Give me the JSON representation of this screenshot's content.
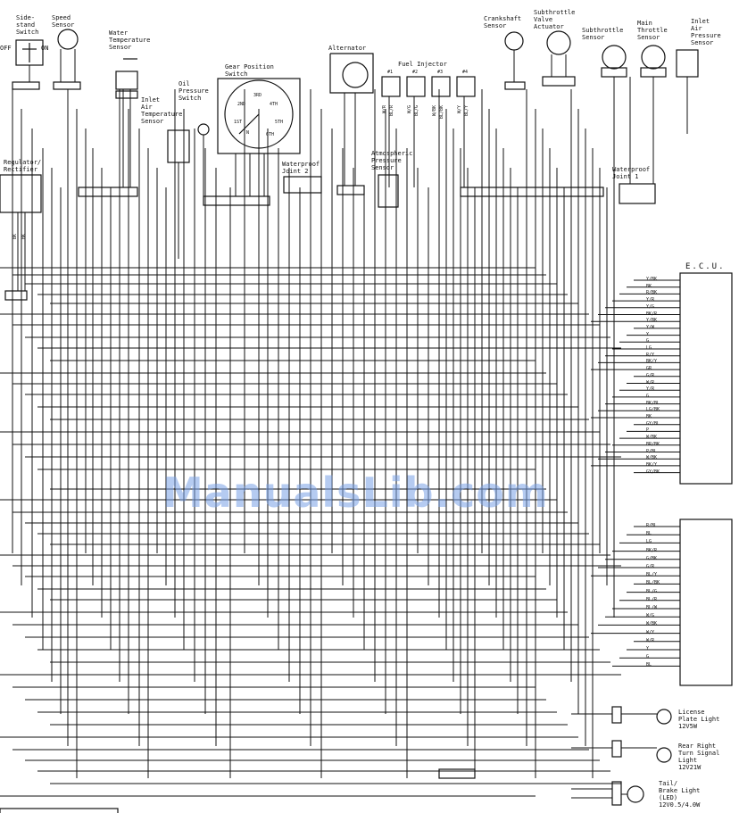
{
  "components": {
    "sidestand_switch": "Side-\nstand\nSwitch",
    "sidestand_off": "OFF",
    "sidestand_on": "ON",
    "speed_sensor": "Speed\nSensor",
    "water_temp_sensor": "Water\nTemperature\nSensor",
    "inlet_air_temp_sensor": "Inlet\nAir\nTemperature\nSensor",
    "oil_pressure_switch": "Oil\nPressure\nSwitch",
    "gear_position_switch": "Gear Position\nSwitch",
    "alternator": "Alternator",
    "fuel_injector": "Fuel Injector",
    "crankshaft_sensor": "Crankshaft\nSensor",
    "subthrottle_valve_actuator": "Subthrottle\nValve\nActuator",
    "subthrottle_sensor": "Subthrottle\nSensor",
    "main_throttle_sensor": "Main\nThrottle\nSensor",
    "inlet_air_pressure_sensor": "Inlet\nAir\nPressure\nSensor",
    "regulator_rectifier": "Regulator/\nRectifier",
    "waterproof_joint_2": "Waterproof\nJoint 2",
    "atmospheric_pressure_sensor": "Atmospheric\nPressure\nSensor",
    "waterproof_joint_1": "Waterproof\nJoint 1",
    "ecu": "E.C.U.",
    "license_plate_light": "License\nPlate Light\n12V5W",
    "rear_right_turn_signal": "Rear Right\nTurn Signal\nLight\n12V21W",
    "tail_brake_light": "Tail/\nBrake Light\n(LED)\n12V0.5/4.0W"
  },
  "gear_positions": [
    "3RD",
    "2ND",
    "4TH",
    "1ST",
    "5TH",
    "N",
    "6TH"
  ],
  "injector_numbers": [
    "#1",
    "#2",
    "#3",
    "#4"
  ],
  "ecu_pins_upper": [
    "Y/BK",
    "BK",
    "R/BK",
    "Y/R",
    "Y/G",
    "BK/R",
    "Y/BK",
    "Y/W",
    "Y",
    "G",
    "LG",
    "R/Y",
    "BK/Y",
    "GR",
    "G/R",
    "W/R",
    "Y/R",
    "G",
    "BK/BL",
    "LG/BK",
    "BK",
    "GY/BL",
    "P",
    "W/BK",
    "BR/BK",
    "P/BL",
    "W/BK",
    "BK/Y",
    "GY/BK"
  ],
  "ecu_pins_lower": [
    "R/BL",
    "BL",
    "LG",
    "BK/R",
    "G/BK",
    "G/R",
    "BL/Y",
    "BL/BK",
    "BL/G",
    "BL/R",
    "BL/W",
    "W/G",
    "W/BK",
    "W/Y",
    "W/R",
    "Y",
    "G",
    "BL"
  ],
  "injector_wires": [
    "W/R",
    "BL/R",
    "W/G",
    "BL/G",
    "W/BK",
    "BL/BK",
    "W/Y",
    "BL/Y"
  ],
  "regulator_wires": [
    "BK",
    "BK"
  ],
  "watermark": "ManualsLib.com"
}
